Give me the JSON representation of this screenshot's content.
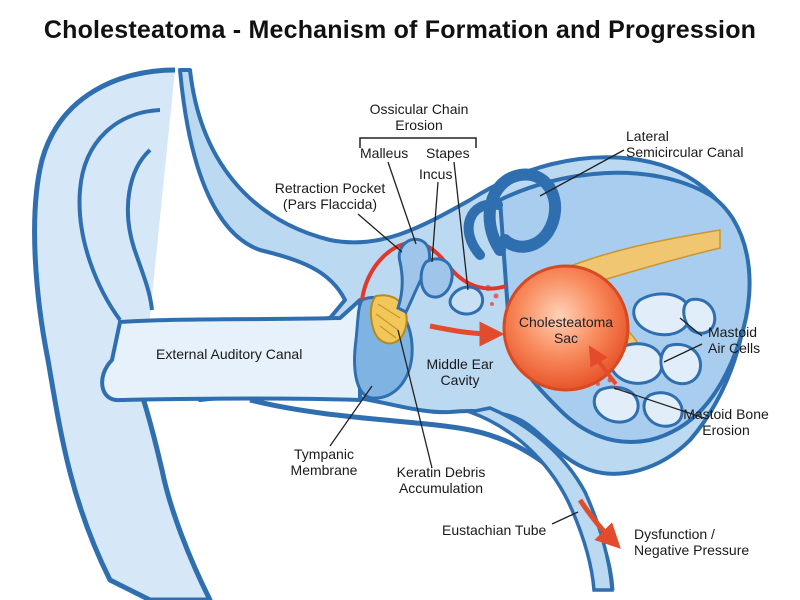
{
  "title": "Cholesteatoma - Mechanism of Formation and Progression",
  "labels": {
    "ossicular_chain": [
      "Ossicular Chain",
      "Erosion"
    ],
    "malleus": "Malleus",
    "stapes": "Stapes",
    "incus": "Incus",
    "retraction_pocket": [
      "Retraction Pocket",
      "(Pars Flaccida)"
    ],
    "lateral_canal": [
      "Lateral",
      "Semicircular Canal"
    ],
    "external_canal": "External Auditory Canal",
    "middle_ear": [
      "Middle Ear",
      "Cavity"
    ],
    "cholesteatoma_sac": [
      "Cholesteatoma",
      "Sac"
    ],
    "mastoid_cells": [
      "Mastoid",
      "Air Cells"
    ],
    "mastoid_erosion": [
      "Mastoid Bone",
      "Erosion"
    ],
    "tympanic_membrane": [
      "Tympanic",
      "Membrane"
    ],
    "keratin_debris": [
      "Keratin Debris",
      "Accumulation"
    ],
    "eustachian_tube": "Eustachian Tube",
    "dysfunction": [
      "Dysfunction /",
      "Negative Pressure"
    ]
  },
  "colors": {
    "outline": "#2f6fb0",
    "tissue_fill": "#bcd9f2",
    "tissue_light": "#d9eaf8",
    "sac_fill": "#f36b3a",
    "sac_center": "#ffc7a8",
    "arrow_red": "#e24b2b",
    "retraction_red": "#e0392b",
    "membrane_yellow": "#f2c75a",
    "cochlea_gold": "#f0c670"
  }
}
